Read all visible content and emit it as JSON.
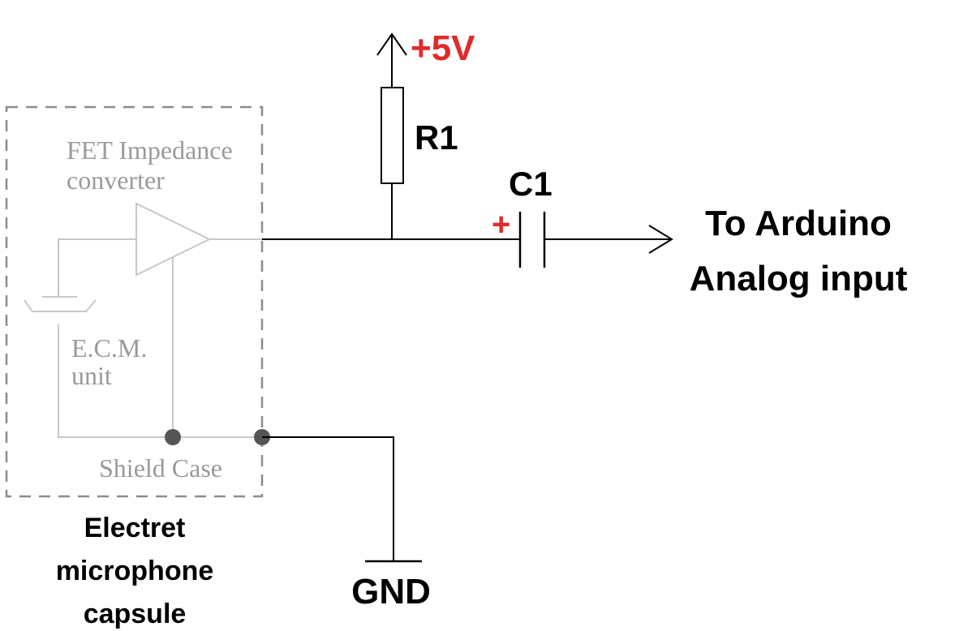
{
  "colors": {
    "wire": "#000000",
    "capsule_internal": "#c8c8c8",
    "capsule_border": "#8c8c8c",
    "node_dot": "#555555",
    "supply_label": "#e02b2b",
    "polarity_mark": "#e02b2b"
  },
  "capsule": {
    "fet_label_line1": "FET Impedance",
    "fet_label_line2": "converter",
    "ecm_label_line1": "E.C.M.",
    "ecm_label_line2": "unit",
    "shield_label": "Shield Case",
    "caption_line1": "Electret",
    "caption_line2": "microphone",
    "caption_line3": "capsule"
  },
  "components": {
    "supply": "+5V",
    "resistor": "R1",
    "capacitor": "C1",
    "polarity": "+",
    "ground": "GND"
  },
  "output": {
    "line1": "To Arduino",
    "line2": "Analog input"
  }
}
